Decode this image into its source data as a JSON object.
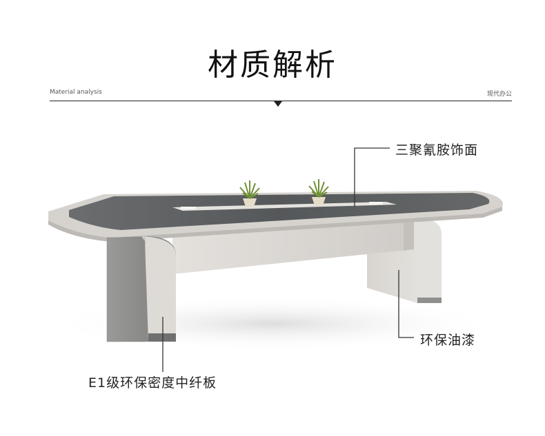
{
  "header": {
    "title": "材质解析",
    "subtitle_en": "Material analysis",
    "subtitle_cn": "现代办公"
  },
  "callouts": {
    "top": "三聚氰胺饰面",
    "right": "环保油漆",
    "bottom": "E1级环保密度中纤板"
  },
  "colors": {
    "table_top_dark": "#5d5f61",
    "table_edge": "#d6d3cf",
    "panel_light": "#d9d6d2",
    "leg_dark": "#8d8d8b",
    "plant_green": "#7a9a3a"
  }
}
